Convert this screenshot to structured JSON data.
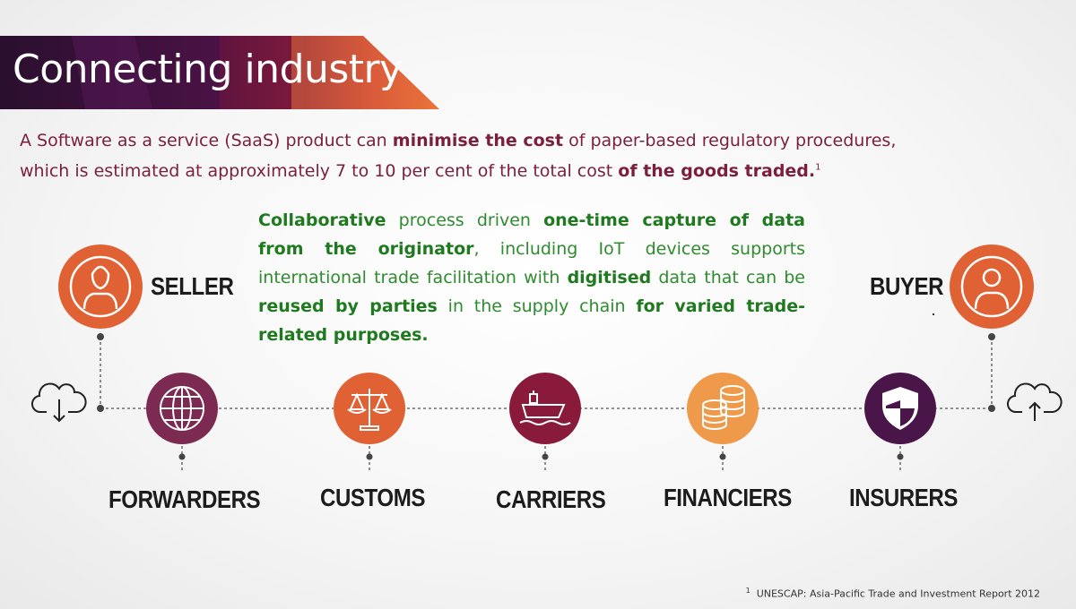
{
  "header": {
    "title": "Connecting industry"
  },
  "intro": {
    "line1_a": "A Software as a service (SaaS) product can ",
    "line1_b": "minimise the cost",
    "line1_c": " of paper-based regulatory procedures,",
    "line2_a": "which is estimated at approximately 7 to 10 per cent of the total cost ",
    "line2_b": "of the goods traded.",
    "line2_sup": "1"
  },
  "collab": {
    "p1": "Collaborative",
    "p2": " process driven ",
    "p3": "one-time capture of data from the originator",
    "p4": ", including IoT devices supports international trade facilitation with ",
    "p5": "digitised",
    "p6": " data that can be ",
    "p7": "reused by parties",
    "p8": " in the supply chain ",
    "p9": "for varied trade-related purposes."
  },
  "parties": {
    "seller": "SELLER",
    "buyer": "BUYER",
    "forwarders": "FORWARDERS",
    "customs": "CUSTOMS",
    "carriers": "CARRIERS",
    "financiers": "FINANCIERS",
    "insurers": "INSURERS"
  },
  "icons": {
    "seller": "person-icon",
    "buyer": "person-icon",
    "forwarders": "globe-icon",
    "customs": "scales-icon",
    "carriers": "ship-icon",
    "financiers": "coins-icon",
    "insurers": "shield-icon",
    "left_cloud": "cloud-download-icon",
    "right_cloud": "cloud-upload-icon"
  },
  "colors": {
    "orange": "#e06234",
    "light_orange": "#ee9a4a",
    "plum": "#7c2a52",
    "crimson": "#8a1a3a",
    "purple": "#4a1548",
    "intro_text": "#7b1f3c",
    "green_text": "#2e8b2e"
  },
  "footnote": {
    "sup": "1",
    "text": "UNESCAP: Asia-Pacific Trade and Investment Report 2012"
  }
}
